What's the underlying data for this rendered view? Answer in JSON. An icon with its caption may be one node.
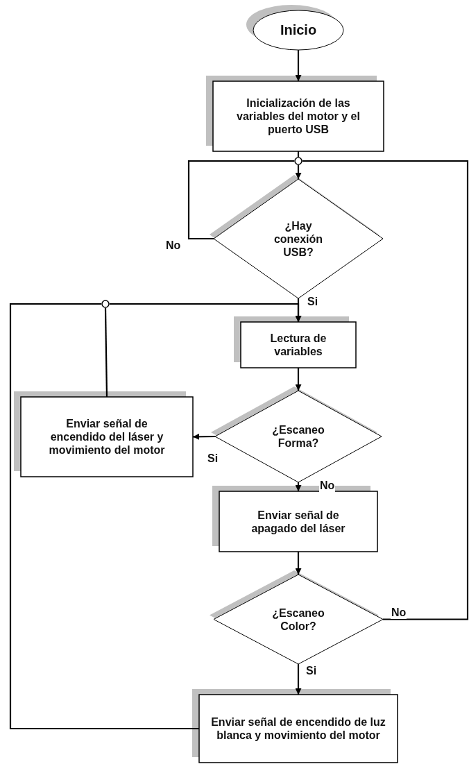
{
  "diagram": {
    "nodes": [
      {
        "text": [
          "Inicio"
        ]
      },
      {
        "text": [
          "Inicialización de las variables del motor y el puerto USB"
        ]
      },
      {
        "text": [],
        "shape": "circle"
      },
      {
        "text": [
          "¿Hay conexión USB?"
        ]
      },
      {
        "text": [],
        "shape": "circle"
      },
      {
        "text": [
          "Lectura de variables"
        ]
      },
      {
        "text": [
          "¿Escaneo Forma?"
        ]
      },
      {
        "text": [
          "Enviar señal de encendido del láser y movimiento del motor"
        ]
      },
      {
        "text": [
          "Enviar señal de apagado del láser"
        ]
      },
      {
        "text": [
          "¿Escaneo Color?"
        ]
      },
      {
        "text": [
          "Enviar señal de encendido de luz blanca y movimiento del motor"
        ]
      }
    ],
    "edges": [
      {
        "from": 0,
        "to": 1,
        "arrow": "to"
      },
      {
        "from": 1,
        "to": 2,
        "arrow": "none"
      },
      {
        "from": 2,
        "to": 3,
        "arrow": "to"
      },
      {
        "from": 3,
        "to": 2,
        "arrow": "none",
        "label": "No"
      },
      {
        "from": 3,
        "to": 5,
        "arrow": "to",
        "label": "Si"
      },
      {
        "from": 4,
        "to": 5,
        "arrow": "to"
      },
      {
        "from": 7,
        "to": 4,
        "arrow": "none"
      },
      {
        "from": 10,
        "to": 4,
        "arrow": "none"
      },
      {
        "from": 5,
        "to": 6,
        "arrow": "to"
      },
      {
        "from": 6,
        "to": 7,
        "arrow": "to",
        "label": "Si"
      },
      {
        "from": 6,
        "to": 8,
        "arrow": "to",
        "label": "No"
      },
      {
        "from": 8,
        "to": 9,
        "arrow": "to"
      },
      {
        "from": 9,
        "to": 10,
        "arrow": "to",
        "label": "Si"
      },
      {
        "from": 9,
        "to": 2,
        "arrow": "none",
        "label": "No"
      }
    ]
  }
}
